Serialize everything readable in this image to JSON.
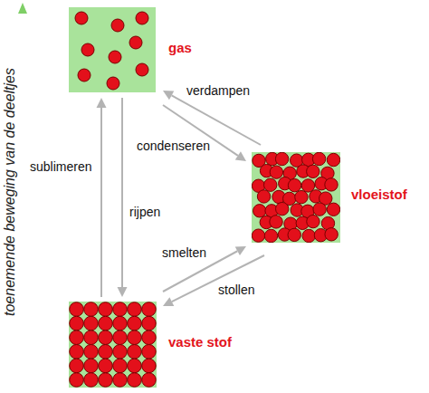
{
  "diagram": {
    "nodes": [
      {
        "text": [
          "gas"
        ]
      },
      {
        "text": [
          "vloeistof"
        ]
      },
      {
        "text": [
          "vaste stof"
        ]
      }
    ],
    "edges": [
      {
        "from": 1,
        "to": 0,
        "arrow": "to",
        "label": "verdampen"
      },
      {
        "from": 0,
        "to": 1,
        "arrow": "to",
        "label": "condenseren"
      },
      {
        "from": 2,
        "to": 0,
        "arrow": "to",
        "label": "sublimeren"
      },
      {
        "from": 0,
        "to": 2,
        "arrow": "to",
        "label": "rijpen"
      },
      {
        "from": 2,
        "to": 1,
        "arrow": "to",
        "label": "smelten"
      },
      {
        "from": 1,
        "to": 2,
        "arrow": "to",
        "label": "stollen"
      }
    ],
    "labels": [
      "toenemende beweging van de deeltjes"
    ]
  }
}
